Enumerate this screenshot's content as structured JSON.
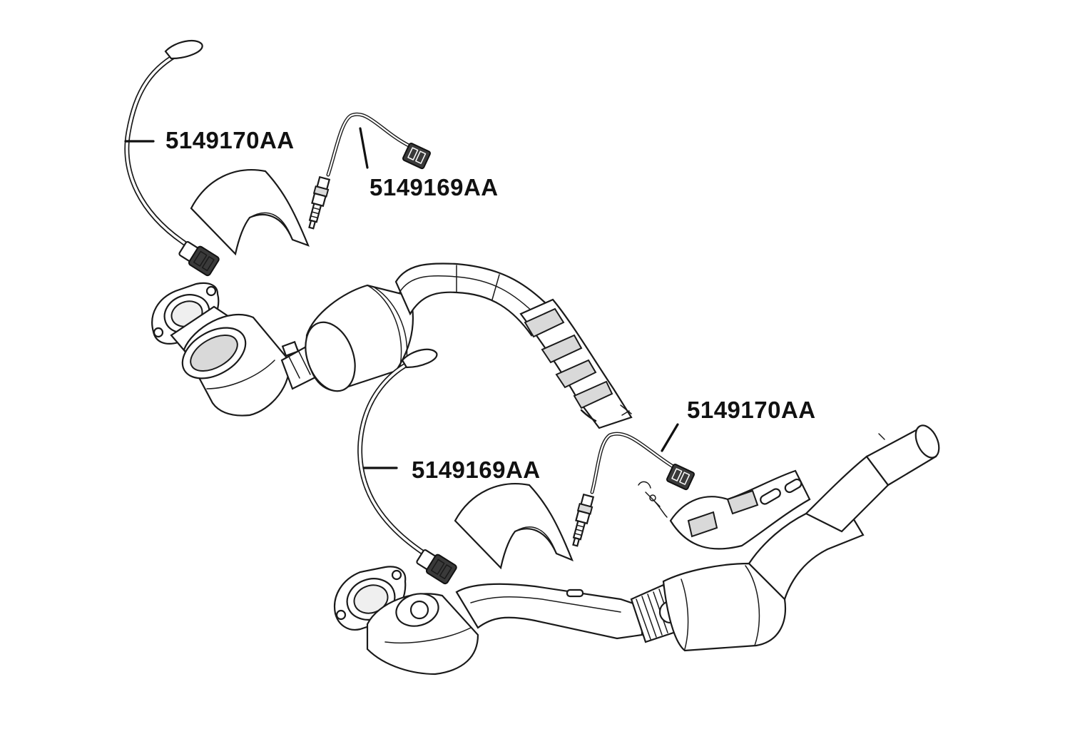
{
  "diagram": {
    "labels": {
      "sensor_upper_left": "5149170AA",
      "sensor_upper_right": "5149169AA",
      "sensor_lower_right": "5149170AA",
      "sensor_lower_left": "5149169AA"
    }
  }
}
